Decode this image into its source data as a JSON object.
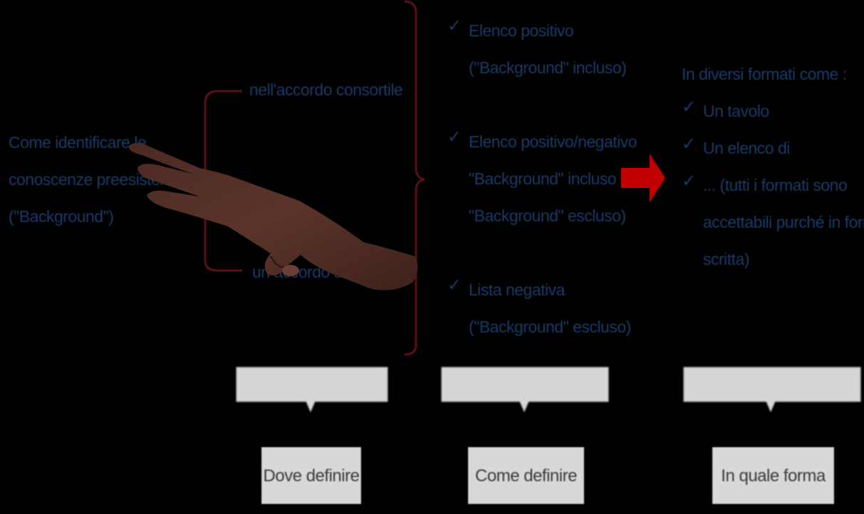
{
  "left_text": {
    "lines": [
      "Come identificare le",
      "conoscenze preesistenti",
      "(\"Background\")"
    ]
  },
  "middle_branches": {
    "top": "nell'accordo consortile",
    "bottom": "un accordo separato"
  },
  "options": [
    {
      "lines": [
        "Elenco positivo",
        "(\"Background\" incluso)"
      ]
    },
    {
      "lines": [
        "Elenco positivo/negativo",
        "\"Background\" incluso e",
        "\"Background\" escluso)"
      ]
    },
    {
      "lines": [
        "Lista negativa",
        "(\"Background\" escluso)"
      ]
    }
  ],
  "formats": {
    "intro": "In diversi formati come :",
    "items": [
      {
        "lines": [
          "Un tavolo"
        ]
      },
      {
        "lines": [
          "Un elenco di"
        ]
      },
      {
        "lines": [
          "... (tutti i formati sono",
          "accettabili purché in forma",
          "scritta)"
        ]
      }
    ]
  },
  "buttons": {
    "dove": "Dove definire",
    "come": "Come definire",
    "forma": "In quale forma"
  },
  "colors": {
    "text_blue": "#1b3a66",
    "bracket_red": "#5a0f17",
    "arrow_red": "#c00000",
    "button_gray": "#d8d8d8"
  },
  "icons": {
    "check": "check-icon",
    "arrow": "arrow-right-icon",
    "hand": "hand-pointer-icon"
  }
}
